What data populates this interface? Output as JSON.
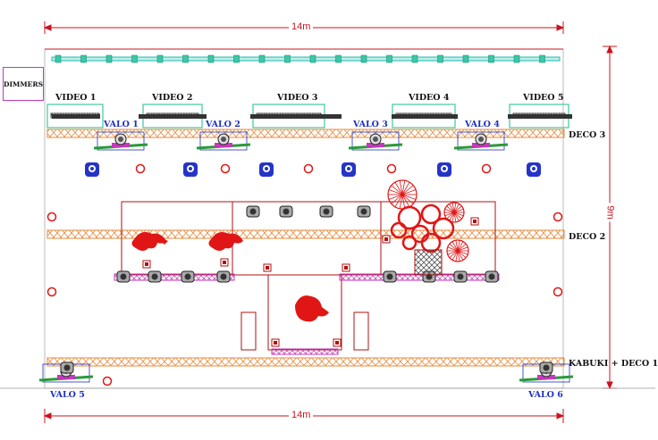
{
  "diagram": {
    "width_label": "14m",
    "width_label_bottom": "14m",
    "depth_label": "9m",
    "dimmers_label": "DIMMERS",
    "video_screens": [
      "VIDEO 1",
      "VIDEO 2",
      "VIDEO 3",
      "VIDEO 4",
      "VIDEO 5"
    ],
    "valo_labels": [
      "VALO 1",
      "VALO 2",
      "VALO 3",
      "VALO 4",
      "VALO 5",
      "VALO 6"
    ],
    "truss_labels": [
      "DECO 3",
      "DECO 2",
      "KABUKI + DECO 1"
    ],
    "colors": {
      "dimension": "#c8141e",
      "truss": "#e8893a",
      "video": "#3cc9a0",
      "valo": "#1c2fbf",
      "fixture_blue": "#2534c8",
      "fixture_red": "#e01616",
      "magenta": "#c23ab8",
      "outline": "#b01010"
    }
  }
}
